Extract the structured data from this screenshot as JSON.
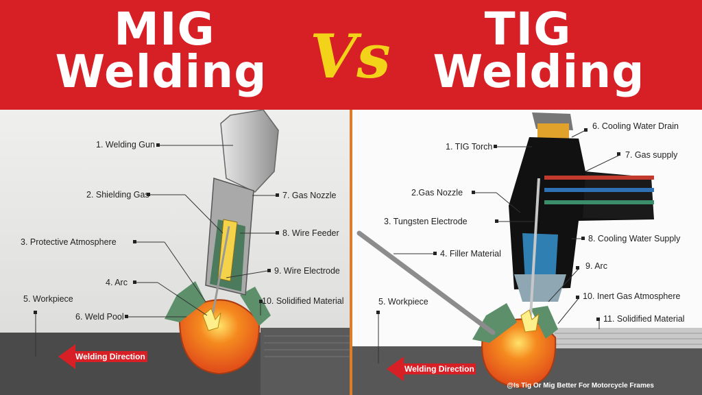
{
  "header": {
    "left_title_line1": "MIG",
    "left_title_line2": "Welding",
    "vs": "Vs",
    "right_title_line1": "TIG",
    "right_title_line2": "Welding"
  },
  "mig": {
    "labels": {
      "l1": "1. Welding Gun",
      "l2": "2. Shielding Gas",
      "l3": "3. Protective Atmosphere",
      "l4": "4. Arc",
      "l5": "5. Workpiece",
      "l6": "6. Weld Pool",
      "l7": "7. Gas Nozzle",
      "l8": "8. Wire Feeder",
      "l9": "9. Wire Electrode",
      "l10": "10. Solidified Material"
    },
    "direction": "Welding Direction"
  },
  "tig": {
    "labels": {
      "l1": "1. TIG Torch",
      "l2": "2.Gas Nozzle",
      "l3": "3. Tungsten Electrode",
      "l4": "4. Filler Material",
      "l5": "5. Workpiece",
      "l6": "6. Cooling Water Drain",
      "l7": "7. Gas supply",
      "l8": "8. Cooling Water Supply",
      "l9": "9. Arc",
      "l10": "10. Inert Gas Atmosphere",
      "l11": "11. Solidified Material"
    },
    "direction": "Welding Direction"
  },
  "caption": "@Is Tig Or Mig Better For Motorcycle Frames",
  "colors": {
    "banner": "#d71f26",
    "vs": "#f3d21a",
    "divider": "#e07b2a",
    "pool": "#f06a1e"
  }
}
